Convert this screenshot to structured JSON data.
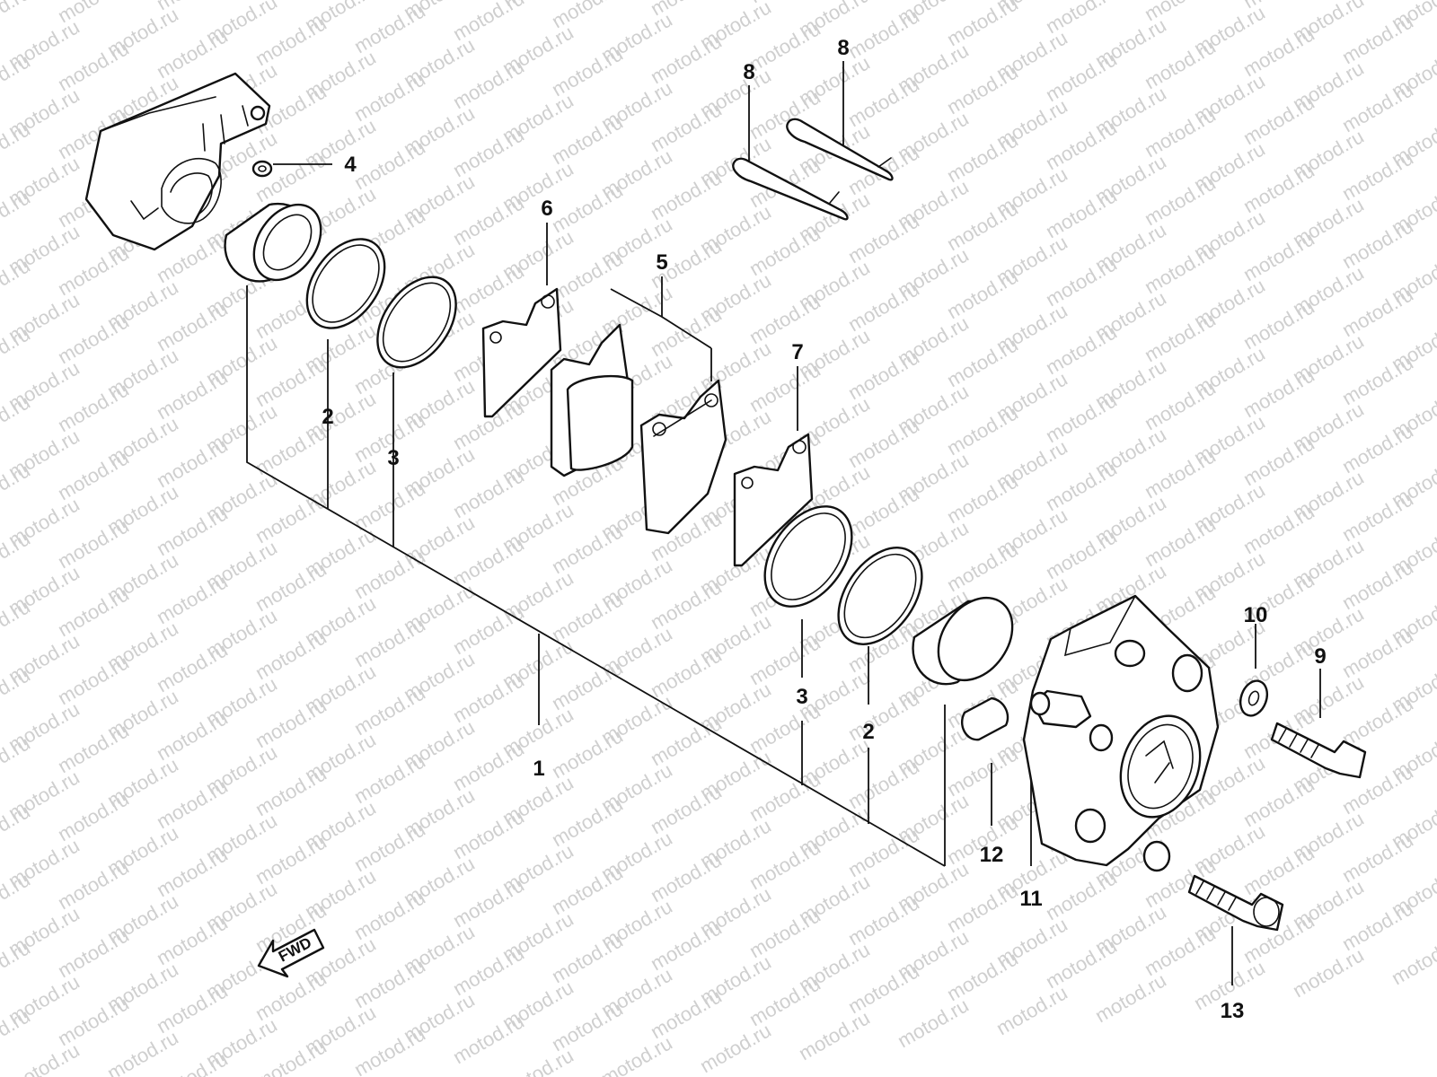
{
  "watermark": "motod.ru",
  "fwd_label": "FWD",
  "callouts": {
    "c1": "1",
    "c2a": "2",
    "c2b": "2",
    "c3a": "3",
    "c3b": "3",
    "c4": "4",
    "c5": "5",
    "c6": "6",
    "c7": "7",
    "c8a": "8",
    "c8b": "8",
    "c9": "9",
    "c10": "10",
    "c11": "11",
    "c12": "12",
    "c13": "13"
  }
}
